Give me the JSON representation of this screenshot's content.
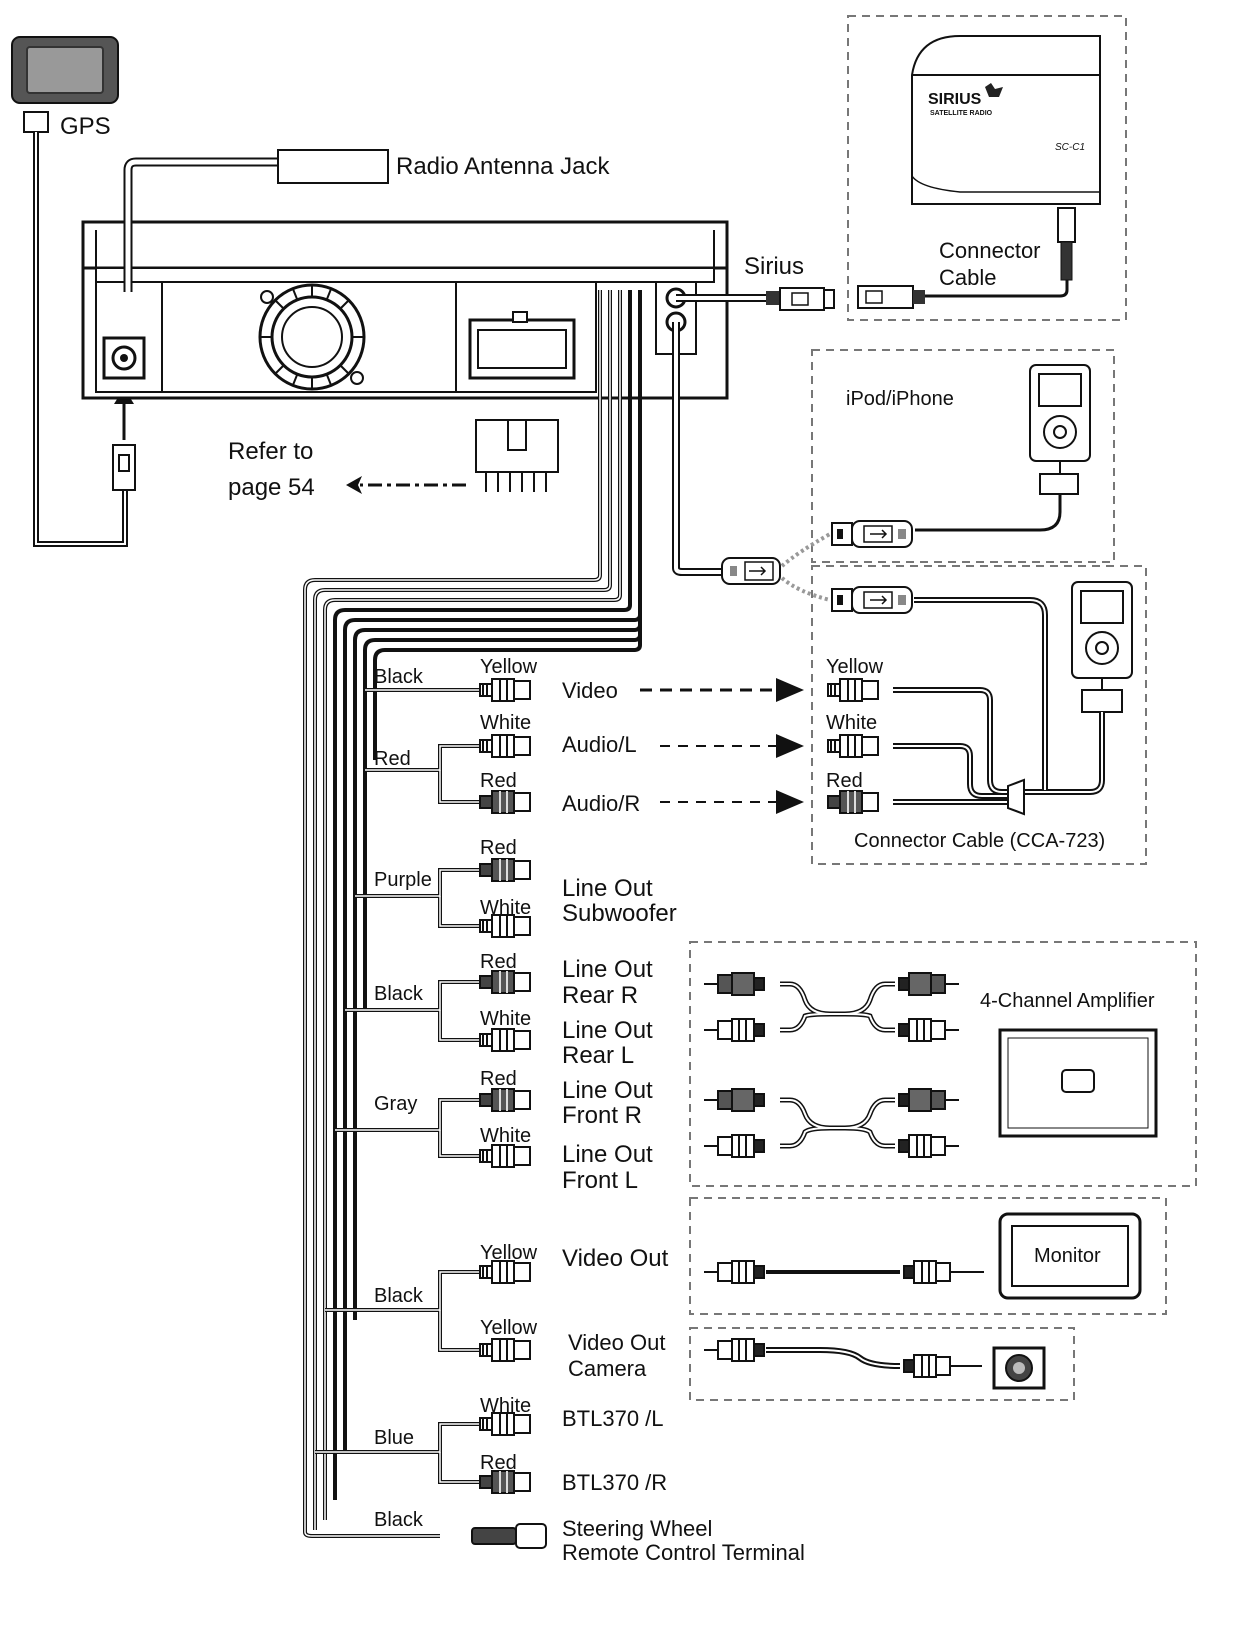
{
  "labels": {
    "gps": "GPS",
    "radio_antenna_jack": "Radio Antenna Jack",
    "sirius": "Sirius",
    "connector_cable_1": "Connector",
    "connector_cable_2": "Cable",
    "sirius_logo": "SIRIUS",
    "sirius_logo_sub": "SATELLITE RADIO",
    "sirius_model": "SC-C1",
    "ipod_iphone": "iPod/iPhone",
    "refer_to_1": "Refer to",
    "refer_to_2": "page 54",
    "connector_cable_cca": "Connector Cable (CCA-723)",
    "four_channel_amp": "4-Channel Amplifier",
    "monitor": "Monitor"
  },
  "groups": [
    {
      "wire": "Black",
      "wire_key": "g1"
    },
    {
      "wire": "Red",
      "wire_key": "g2"
    },
    {
      "wire": "Purple",
      "wire_key": "g3"
    },
    {
      "wire": "Black",
      "wire_key": "g4"
    },
    {
      "wire": "Gray",
      "wire_key": "g5"
    },
    {
      "wire": "Black",
      "wire_key": "g6"
    },
    {
      "wire": "Blue",
      "wire_key": "g7"
    },
    {
      "wire": "Black",
      "wire_key": "g8"
    }
  ],
  "plugs": [
    {
      "color": "Yellow",
      "function": "Video"
    },
    {
      "color": "White",
      "function": "Audio/L"
    },
    {
      "color": "Red",
      "function": "Audio/R"
    },
    {
      "color": "Red",
      "function": "Line Out"
    },
    {
      "color": "White",
      "function": "Subwoofer"
    },
    {
      "color": "Red",
      "function": "Line Out",
      "function2": "Rear R"
    },
    {
      "color": "White",
      "function": "Line Out",
      "function2": "Rear L"
    },
    {
      "color": "Red",
      "function": "Line Out",
      "function2": "Front R"
    },
    {
      "color": "White",
      "function": "Line Out",
      "function2": "Front L"
    },
    {
      "color": "Yellow",
      "function": "Video Out"
    },
    {
      "color": "Yellow",
      "function": "Video Out",
      "function2": "Camera"
    },
    {
      "color": "White",
      "function": "BTL370 /L"
    },
    {
      "color": "Red",
      "function": "BTL370 /R"
    },
    {
      "color": "",
      "function": "Steering Wheel",
      "function2": "Remote Control Terminal"
    }
  ],
  "cca_plugs": [
    "Yellow",
    "White",
    "Red"
  ]
}
